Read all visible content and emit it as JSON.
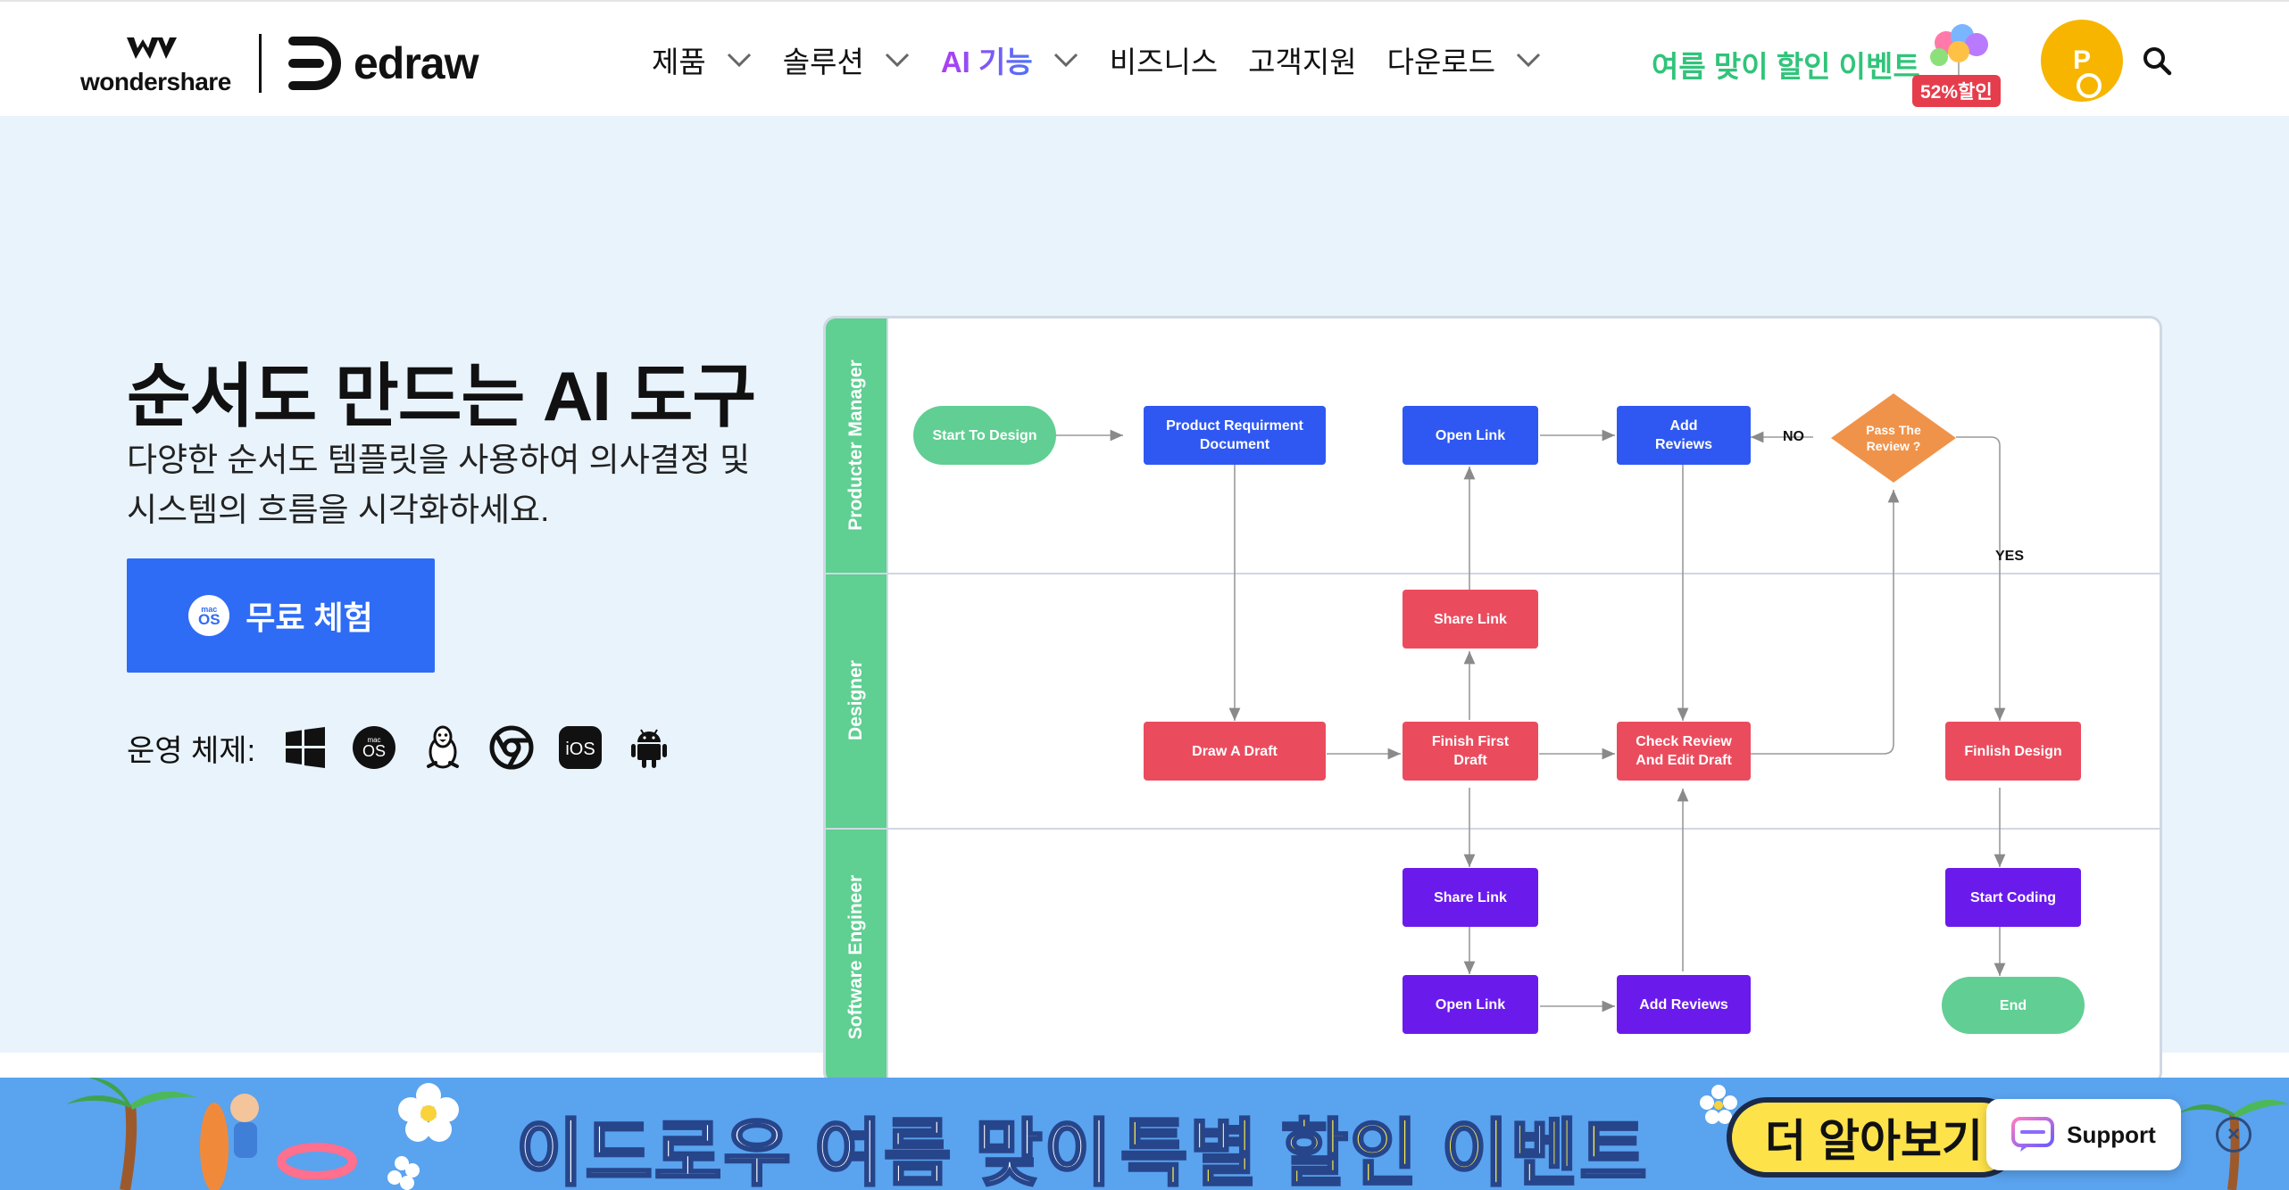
{
  "header": {
    "brand_wondershare": "wondershare",
    "brand_edraw": "edraw",
    "nav": [
      {
        "label": "제품",
        "has_dropdown": true
      },
      {
        "label": "솔루션",
        "has_dropdown": true
      },
      {
        "label": "AI 기능",
        "has_dropdown": true
      },
      {
        "label": "비즈니스",
        "has_dropdown": false
      },
      {
        "label": "고객지원",
        "has_dropdown": false
      },
      {
        "label": "다운로드",
        "has_dropdown": true
      }
    ],
    "promo_text": "여름 맞이 할인 이벤트",
    "promo_badge": "52%할인",
    "avatar_initial": "P",
    "search_icon": "search-icon"
  },
  "hero": {
    "title": "순서도 만드는 AI 도구",
    "description": "다양한 순서도 템플릿을 사용하여 의사결정 및 시스템의 흐름을 시각화하세요.",
    "cta_label": "무료 체험",
    "cta_badge_small": "mac",
    "cta_badge": "OS",
    "os_label": "운영 체제:",
    "os_icons": [
      "windows-icon",
      "macos-icon",
      "linux-icon",
      "chrome-icon",
      "ios-icon",
      "android-icon"
    ],
    "os_macos_small": "mac",
    "os_macos_text": "OS",
    "os_ios_text": "iOS"
  },
  "flowchart": {
    "lanes": [
      "Producter Manager",
      "Designer",
      "Software Engineer"
    ],
    "nodes": {
      "start": "Start To Design",
      "product_req": "Product Requirment Document",
      "open_link_1": "Open Link",
      "add_reviews_1": "Add Reviews",
      "pass_review": "Pass The Review ?",
      "share_link_1": "Share Link",
      "draw_draft": "Draw A Draft",
      "finish_first": "Finish First Draft",
      "check_review": "Check Review And Edit Draft",
      "finish_design": "Finlish Design",
      "share_link_2": "Share Link",
      "open_link_2": "Open Link",
      "add_reviews_2": "Add Reviews",
      "start_coding": "Start Coding",
      "end": "End"
    },
    "labels": {
      "no": "NO",
      "yes": "YES"
    },
    "colors": {
      "lane": "#5fcf92",
      "blue": "#2f58f2",
      "red": "#ea4c5e",
      "purple": "#6a1bec",
      "green": "#61ce93",
      "orange": "#f0934a"
    }
  },
  "banner": {
    "text_white": "이드로우 여름 맞이",
    "text_yellow": "특별 할인 이벤트",
    "learn_more": "더 알아보기"
  },
  "support": {
    "label": "Support"
  }
}
